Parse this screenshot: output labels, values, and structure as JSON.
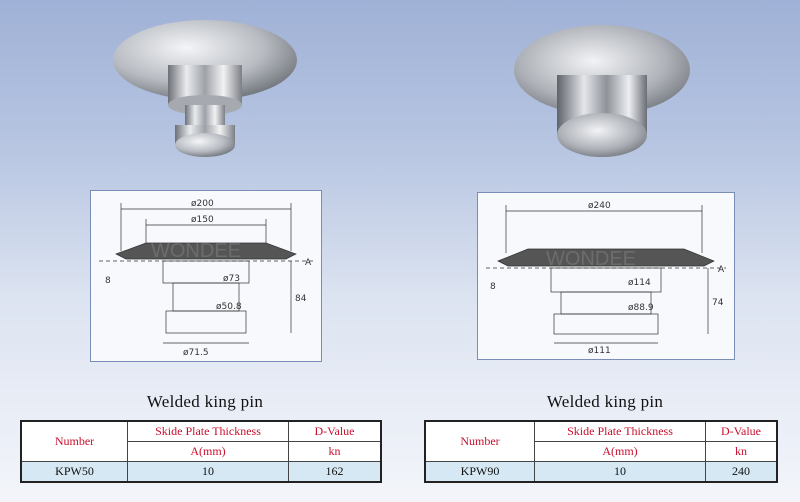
{
  "products": [
    {
      "id": "kpw50",
      "caption": "Welded king pin",
      "watermark": "WONDEE",
      "dims": {
        "d1": "ø200",
        "d2": "ø150",
        "d3": "ø73",
        "d4": "ø50.8",
        "d5": "ø71.5",
        "h": "84",
        "angle": "8",
        "a": "A"
      },
      "table": {
        "number_header": "Number",
        "thickness_header": "Skide Plate Thickness",
        "dvalue_header": "D-Value",
        "unit_a": "A(mm)",
        "unit_kn": "kn",
        "row": {
          "number": "KPW50",
          "a": "10",
          "d": "162"
        }
      }
    },
    {
      "id": "kpw90",
      "caption": "Welded king pin",
      "watermark": "WONDEE",
      "dims": {
        "d1": "ø240",
        "d3": "ø114",
        "d4": "ø88.9",
        "d5": "ø111",
        "h": "74",
        "angle": "8",
        "a": "A"
      },
      "table": {
        "number_header": "Number",
        "thickness_header": "Skide Plate Thickness",
        "dvalue_header": "D-Value",
        "unit_a": "A(mm)",
        "unit_kn": "kn",
        "row": {
          "number": "KPW90",
          "a": "10",
          "d": "240"
        }
      }
    }
  ],
  "colors": {
    "header_red": "#c8102e",
    "row_blue": "#d6e8f3",
    "frame_blue": "#7a8db8"
  }
}
